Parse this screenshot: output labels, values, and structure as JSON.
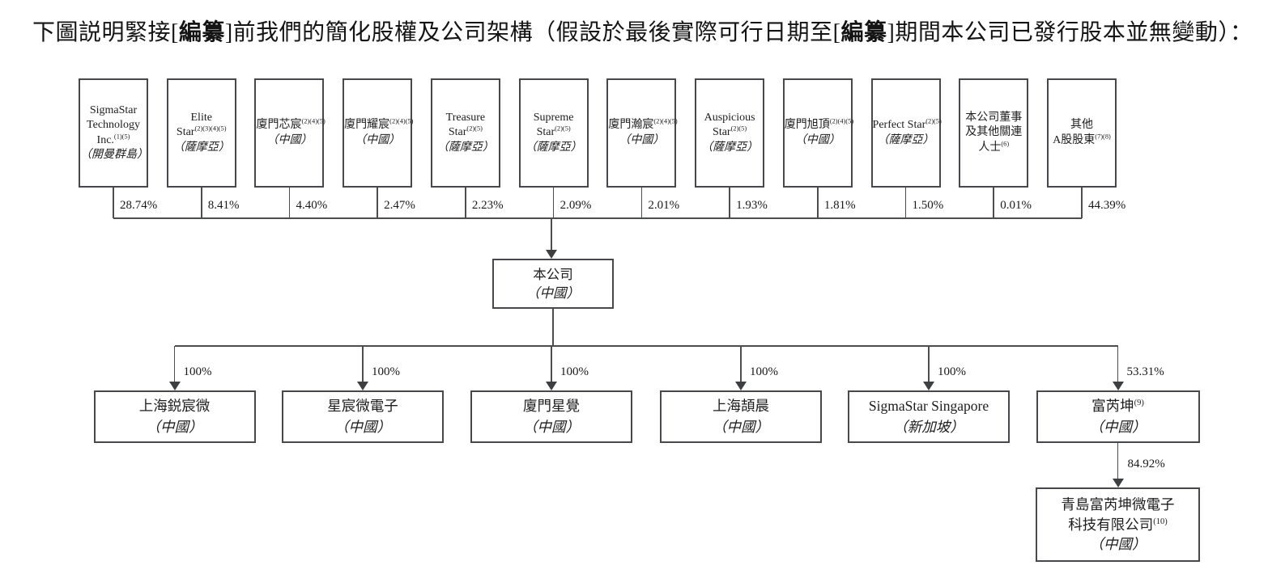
{
  "title": {
    "part1": "下圖説明緊接[",
    "redacted1": "編纂",
    "part2": "]前我們的簡化股權及公司架構（假設於最後實際可行日期至[",
    "redacted2": "編纂",
    "part3": "]期間本公司已發行股本並無變動）："
  },
  "colors": {
    "ink": "#1d1d1f",
    "line": "#4c4d4f"
  },
  "top_shareholders": [
    {
      "lines": [
        "SigmaStar",
        "Technology",
        "Inc.(1)(5)"
      ],
      "jurisdiction": "（開曼群島）",
      "stake": "28.74%"
    },
    {
      "lines": [
        "Elite",
        "Star(2)(3)(4)(5)"
      ],
      "jurisdiction": "（薩摩亞）",
      "stake": "8.41%"
    },
    {
      "lines": [
        "廈門芯宸(2)(4)(5)"
      ],
      "jurisdiction": "（中國）",
      "stake": "4.40%"
    },
    {
      "lines": [
        "廈門耀宸(2)(4)(5)"
      ],
      "jurisdiction": "（中國）",
      "stake": "2.47%"
    },
    {
      "lines": [
        "Treasure",
        "Star(2)(5)"
      ],
      "jurisdiction": "（薩摩亞）",
      "stake": "2.23%"
    },
    {
      "lines": [
        "Supreme",
        "Star(2)(5)"
      ],
      "jurisdiction": "（薩摩亞）",
      "stake": "2.09%"
    },
    {
      "lines": [
        "廈門瀚宸(2)(4)(5)"
      ],
      "jurisdiction": "（中國）",
      "stake": "2.01%"
    },
    {
      "lines": [
        "Auspicious",
        "Star(2)(5)"
      ],
      "jurisdiction": "（薩摩亞）",
      "stake": "1.93%"
    },
    {
      "lines": [
        "廈門旭頂(2)(4)(5)"
      ],
      "jurisdiction": "（中國）",
      "stake": "1.81%"
    },
    {
      "lines": [
        "Perfect Star(2)(5)"
      ],
      "jurisdiction": "（薩摩亞）",
      "stake": "1.50%"
    },
    {
      "lines": [
        "本公司董事",
        "及其他關連",
        "人士(6)"
      ],
      "jurisdiction": "",
      "stake": "0.01%"
    },
    {
      "lines": [
        "其他",
        "A股股東(7)(8)"
      ],
      "jurisdiction": "",
      "stake": "44.39%"
    }
  ],
  "company": {
    "lines": [
      "本公司"
    ],
    "jurisdiction": "（中國）"
  },
  "subsidiaries": [
    {
      "lines": [
        "上海鋭宸微"
      ],
      "jurisdiction": "（中國）",
      "stake": "100%"
    },
    {
      "lines": [
        "星宸微電子"
      ],
      "jurisdiction": "（中國）",
      "stake": "100%"
    },
    {
      "lines": [
        "廈門星覺"
      ],
      "jurisdiction": "（中國）",
      "stake": "100%"
    },
    {
      "lines": [
        "上海頡晨"
      ],
      "jurisdiction": "（中國）",
      "stake": "100%"
    },
    {
      "lines": [
        "SigmaStar Singapore"
      ],
      "jurisdiction": "（新加坡）",
      "stake": "100%"
    },
    {
      "lines": [
        "富芮坤(9)"
      ],
      "jurisdiction": "（中國）",
      "stake": "53.31%"
    }
  ],
  "sub_subsidiary": {
    "lines": [
      "青島富芮坤微電子",
      "科技有限公司(10)"
    ],
    "jurisdiction": "（中國）",
    "stake": "84.92%"
  }
}
